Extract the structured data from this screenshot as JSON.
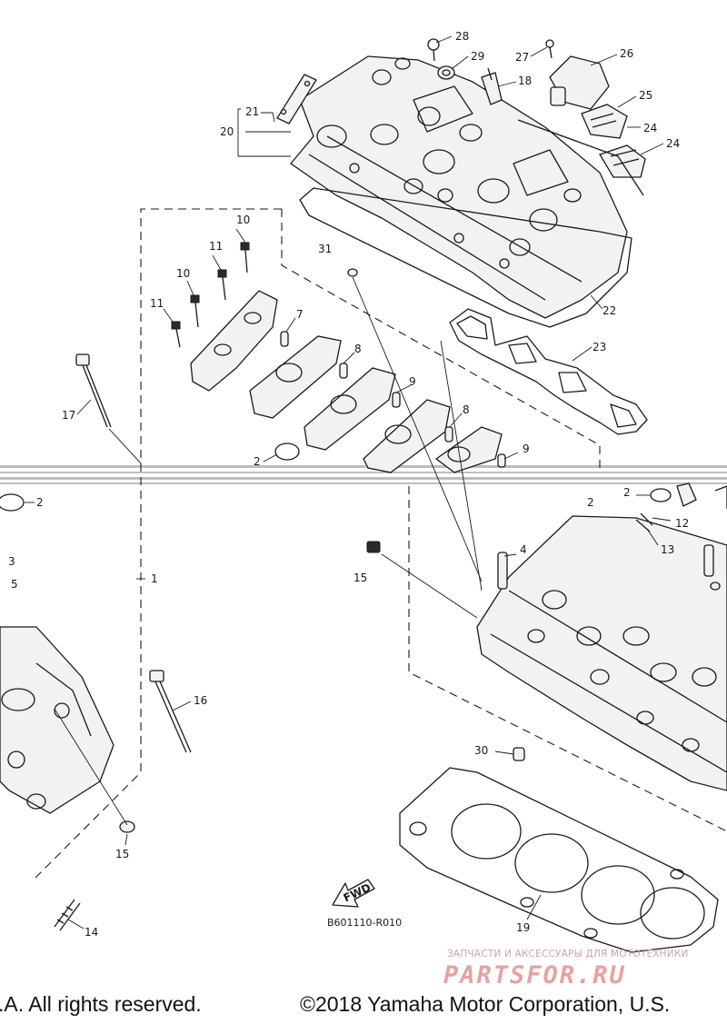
{
  "diagram": {
    "callouts": {
      "c1": "1",
      "c2a": "2",
      "c2b": "2",
      "c2c": "2",
      "c2d": "2",
      "c3": "3",
      "c4": "4",
      "c5": "5",
      "c7": "7",
      "c8a": "8",
      "c8b": "8",
      "c9a": "9",
      "c9b": "9",
      "c10a": "10",
      "c10b": "10",
      "c11a": "11",
      "c11b": "11",
      "c12": "12",
      "c13": "13",
      "c14": "14",
      "c15a": "15",
      "c15b": "15",
      "c16": "16",
      "c17": "17",
      "c18": "18",
      "c19": "19",
      "c20": "20",
      "c21": "21",
      "c22": "22",
      "c23": "23",
      "c24a": "24",
      "c24b": "24",
      "c25": "25",
      "c26": "26",
      "c27": "27",
      "c28": "28",
      "c29": "29",
      "c30": "30",
      "c31": "31"
    },
    "fwd_label": "FWD",
    "reference_code": "B601110-R010"
  },
  "footer": {
    "copyright_left": ".A. All rights reserved.",
    "copyright_right": "©2018 Yamaha Motor Corporation, U.S."
  },
  "watermark": {
    "tagline": "ЗАПЧАСТИ И АКСЕССУАРЫ ДЛЯ МОТОТЕХНИКИ",
    "logo_text": "PARTSFOR.RU"
  }
}
